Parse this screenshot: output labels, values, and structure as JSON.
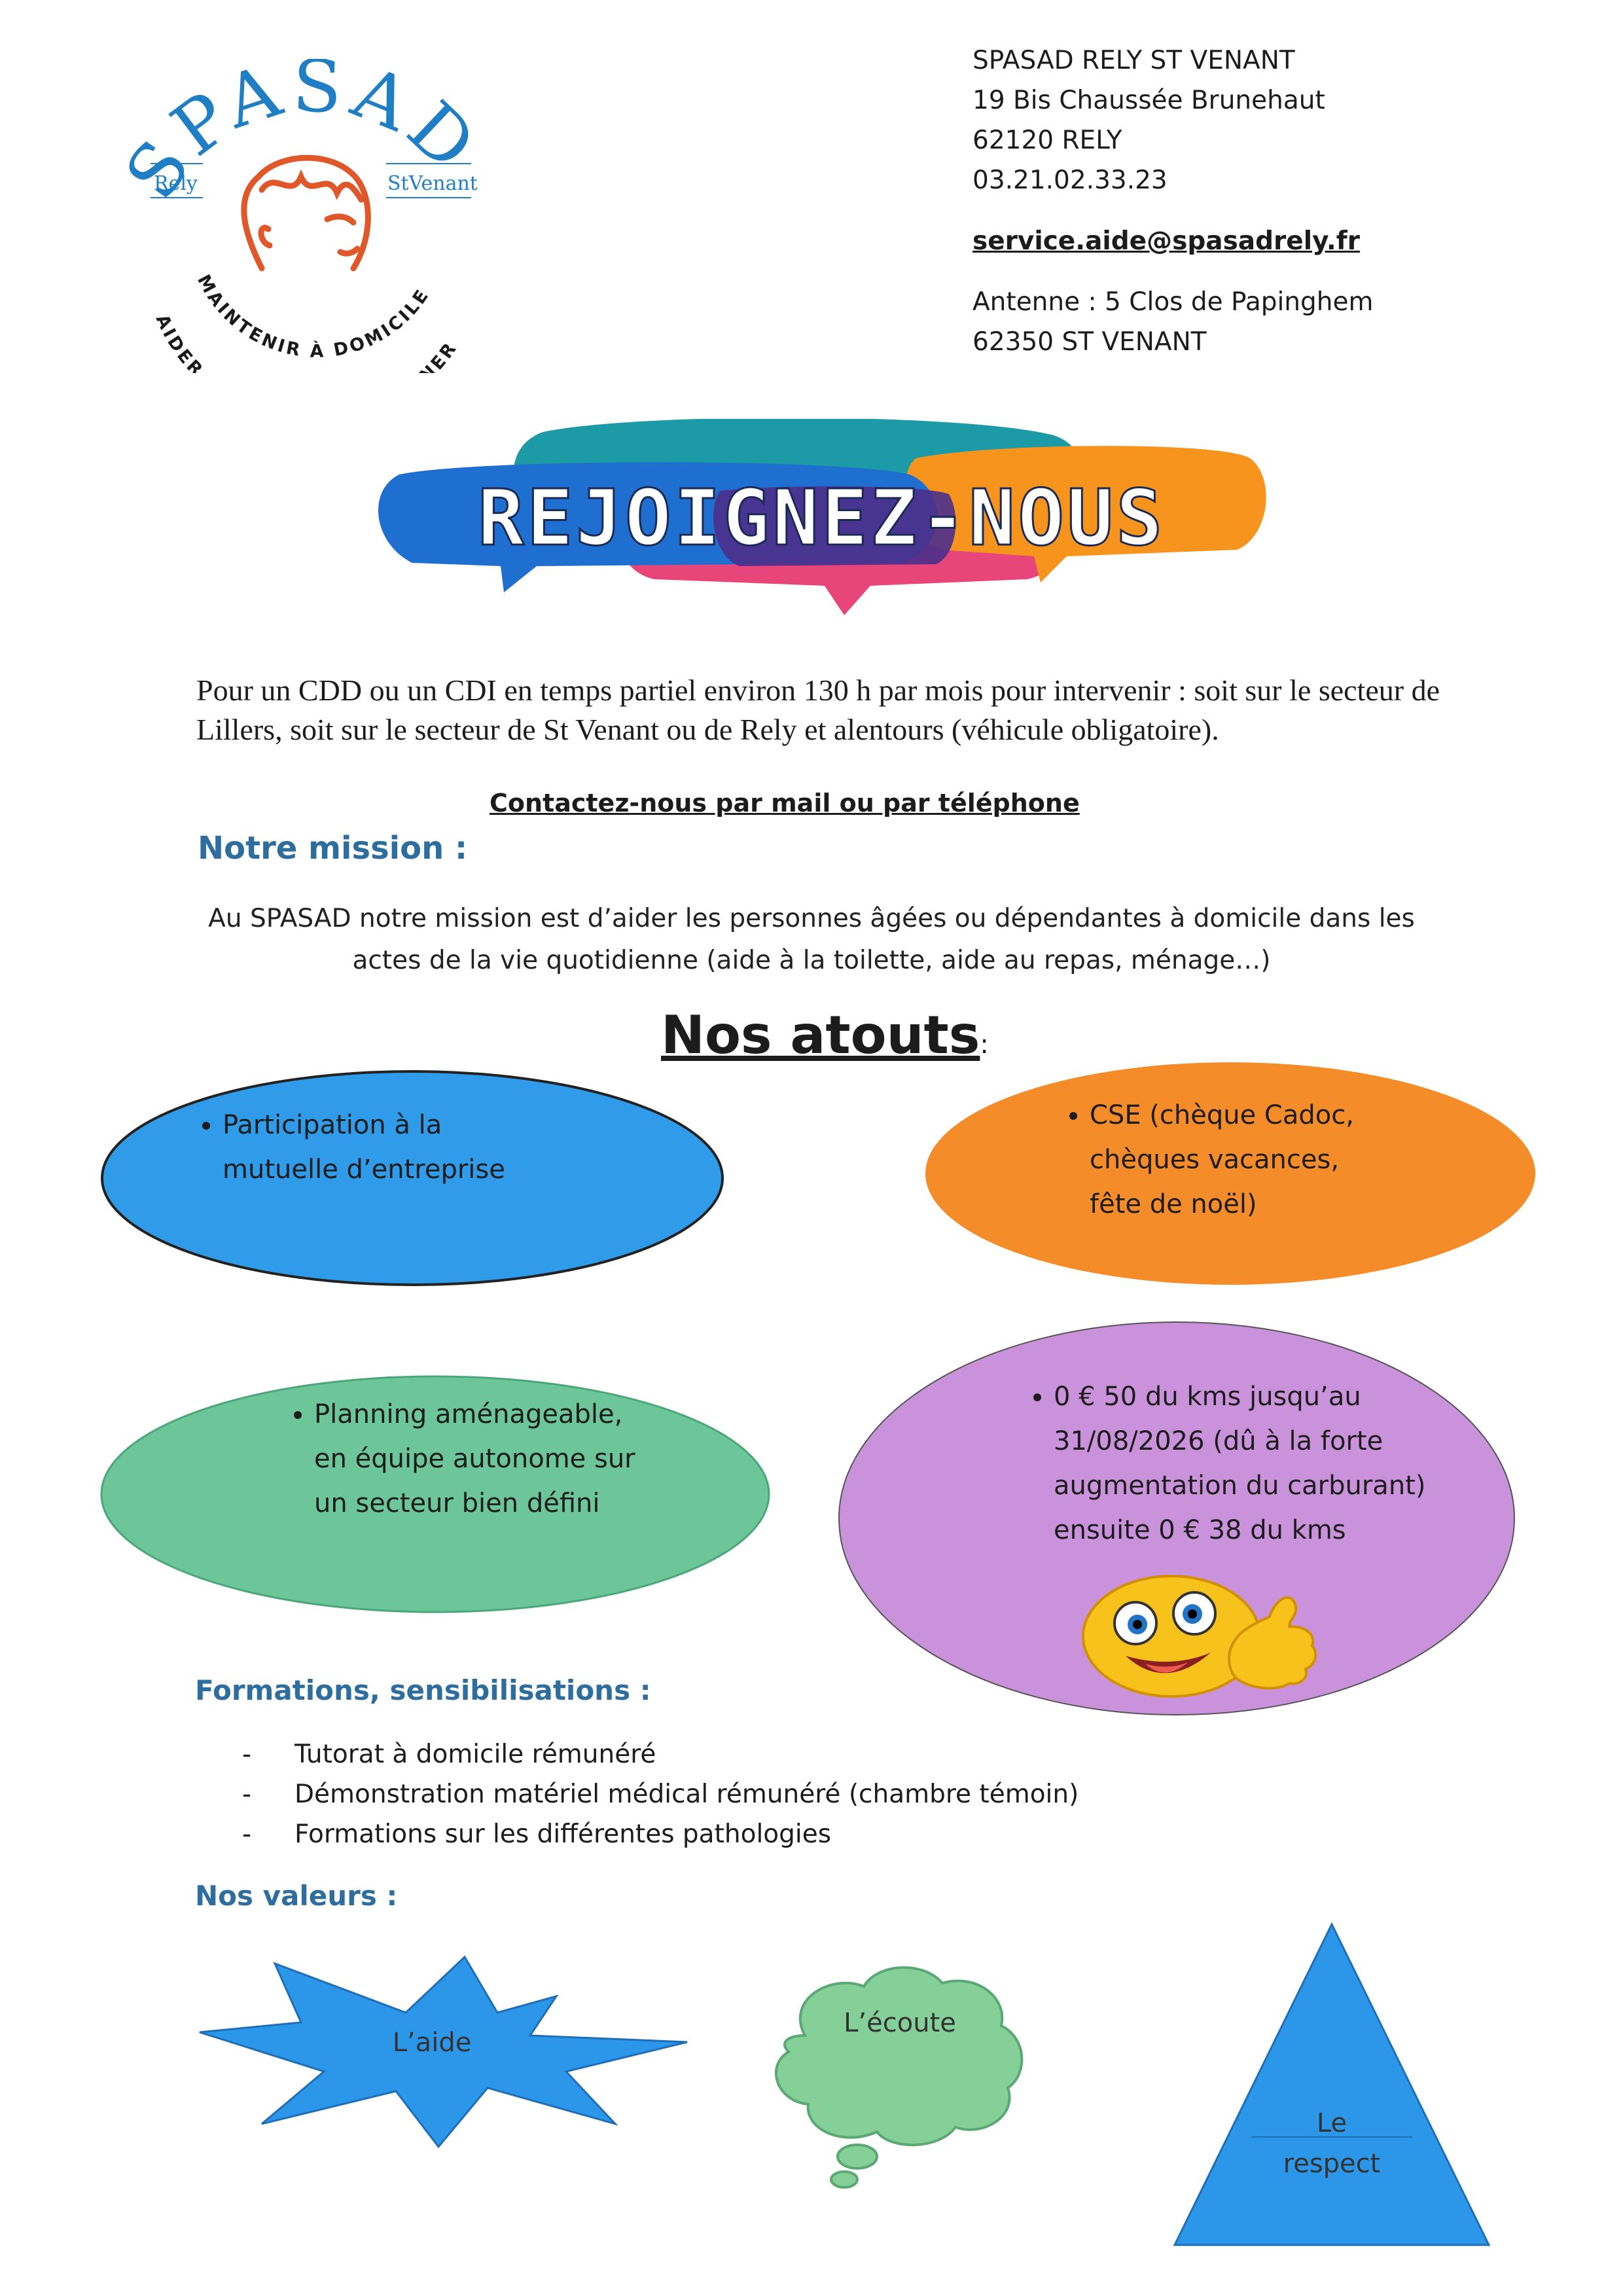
{
  "logo": {
    "name": "SPASAD",
    "left_label": "Rely",
    "right_label": "StVenant",
    "motto_top": "MAINTENIR À DOMICILE",
    "motto_bottom": "AIDER / RESTAURER / SOIGNER"
  },
  "address": {
    "org": "SPASAD RELY ST VENANT",
    "street": "19 Bis Chaussée Brunehaut",
    "city": "62120 RELY",
    "phone": "03.21.02.33.23",
    "email": "service.aide@spasadrely.fr",
    "antenne_line1": "Antenne : 5 Clos de Papinghem",
    "antenne_line2": "62350 ST VENANT"
  },
  "banner": {
    "title": "REJOIGNEZ-NOUS"
  },
  "intro": {
    "text": "Pour un CDD ou un CDI en temps partiel environ 130 h par mois pour intervenir : soit sur le secteur de Lillers, soit sur le secteur de St Venant ou de Rely et alentours (véhicule obligatoire).",
    "contact": "Contactez-nous par mail ou par téléphone"
  },
  "mission": {
    "title": "Notre mission :",
    "text": "Au SPASAD notre mission est d’aider les personnes âgées ou dépendantes à domicile dans les actes de la vie quotidienne (aide à la toilette, aide au repas, ménage…)"
  },
  "atouts": {
    "title": "Nos atouts",
    "colon": ":",
    "items": [
      {
        "lines": [
          "Participation à la",
          "mutuelle d’entreprise"
        ],
        "color": "#2f9be9"
      },
      {
        "lines": [
          "CSE (chèque Cadoc,",
          "chèques vacances,",
          "fête de noël)"
        ],
        "color": "#f58c2a"
      },
      {
        "lines": [
          "Planning aménageable,",
          "en équipe autonome sur",
          "un secteur bien défini"
        ],
        "color": "#6cc69a"
      },
      {
        "lines": [
          "0 € 50 du kms jusqu’au",
          "31/08/2026 (dû à la forte",
          "augmentation du carburant)",
          "ensuite 0 € 38 du kms"
        ],
        "color": "#cb92dc"
      }
    ],
    "emoji": "winking-smiley-thumbs-up"
  },
  "formations": {
    "title": "Formations, sensibilisations :",
    "items": [
      "Tutorat à domicile rémunéré",
      "Démonstration matériel médical rémunéré (chambre témoin)",
      "Formations sur les différentes pathologies"
    ]
  },
  "valeurs": {
    "title": "Nos valeurs :",
    "items": [
      {
        "label": "L’aide",
        "shape": "starburst",
        "color": "#2c97e8"
      },
      {
        "label": "L’écoute",
        "shape": "thought-cloud",
        "color": "#85cf98"
      },
      {
        "label_line1": "Le",
        "label_line2": "respect",
        "shape": "triangle",
        "color": "#2c97e8"
      }
    ]
  }
}
